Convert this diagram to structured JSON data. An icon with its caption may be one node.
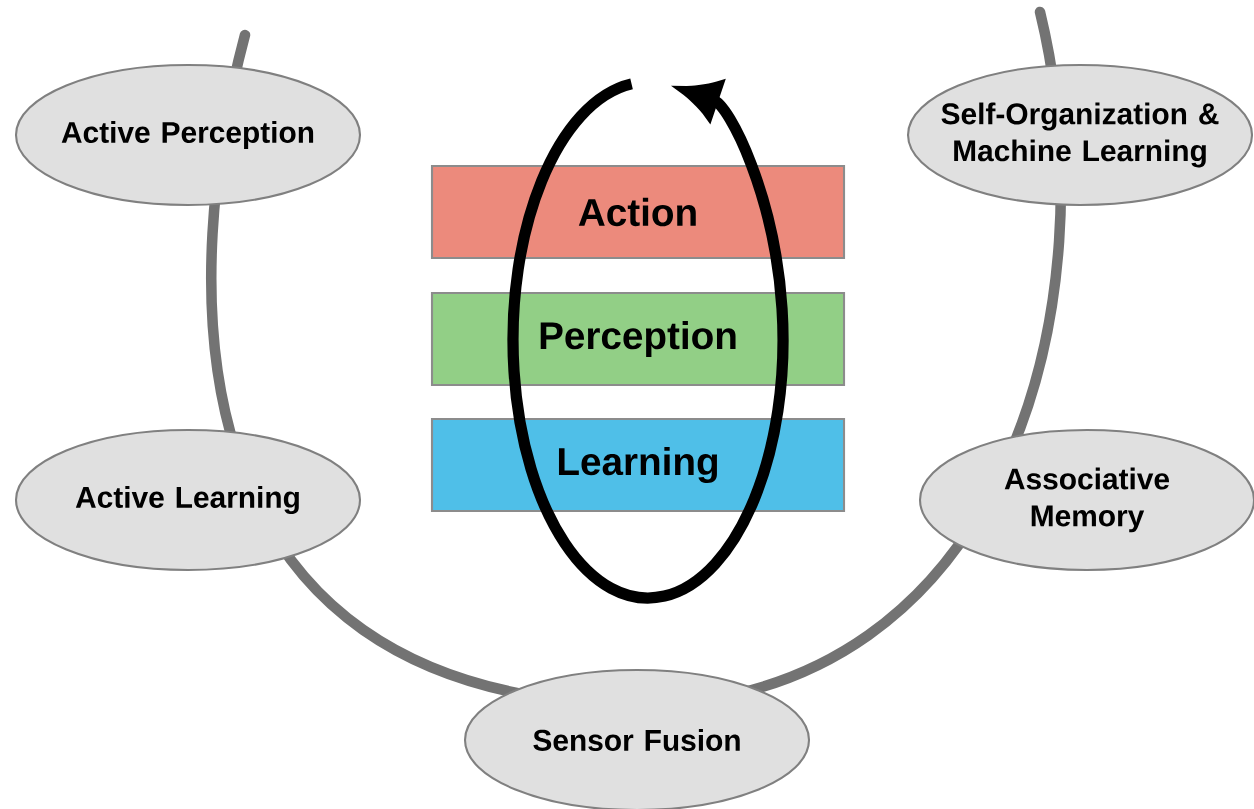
{
  "diagram": {
    "nodes": [
      {
        "text": [
          "Active Perception"
        ]
      },
      {
        "text": [
          "Self-Organization & Machine Learning"
        ]
      },
      {
        "text": [
          "Action"
        ]
      },
      {
        "text": [
          "Perception"
        ]
      },
      {
        "text": [
          "Learning"
        ]
      },
      {
        "text": [
          "Active Learning"
        ]
      },
      {
        "text": [
          "Associative Memory"
        ]
      },
      {
        "text": [
          "Sensor Fusion"
        ]
      }
    ]
  }
}
